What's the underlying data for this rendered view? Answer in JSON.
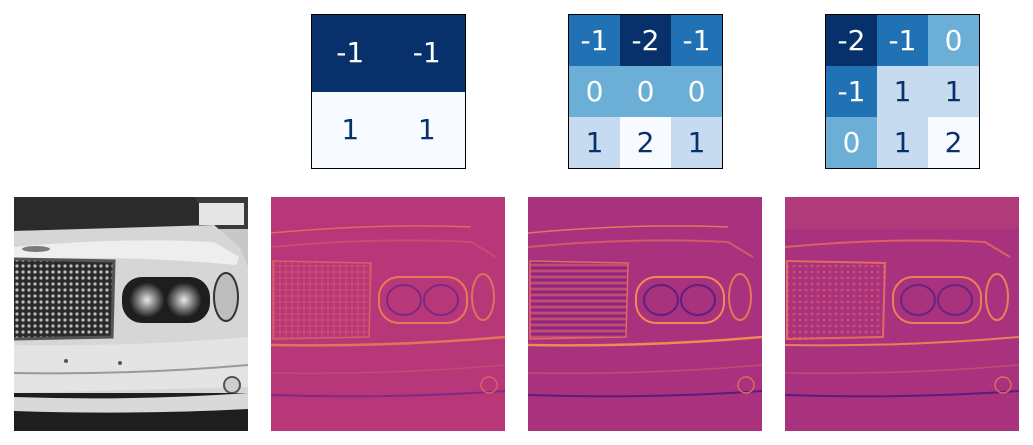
{
  "kernels": [
    {
      "rows": [
        [
          "-1",
          "-1"
        ],
        [
          "1",
          "1"
        ]
      ],
      "cell_colors": [
        [
          "#08306b",
          "#08306b"
        ],
        [
          "#f7fbff",
          "#f7fbff"
        ]
      ],
      "text_colors": [
        [
          "#ffffff",
          "#ffffff"
        ],
        [
          "#08306b",
          "#08306b"
        ]
      ]
    },
    {
      "rows": [
        [
          "-1",
          "-2",
          "-1"
        ],
        [
          "0",
          "0",
          "0"
        ],
        [
          "1",
          "2",
          "1"
        ]
      ],
      "cell_colors": [
        [
          "#2171b5",
          "#08306b",
          "#2171b5"
        ],
        [
          "#6baed6",
          "#6baed6",
          "#6baed6"
        ],
        [
          "#c6dbef",
          "#f7fbff",
          "#c6dbef"
        ]
      ],
      "text_colors": [
        [
          "#ffffff",
          "#ffffff",
          "#ffffff"
        ],
        [
          "#ffffff",
          "#ffffff",
          "#ffffff"
        ],
        [
          "#08306b",
          "#08306b",
          "#08306b"
        ]
      ]
    },
    {
      "rows": [
        [
          "-2",
          "-1",
          "0"
        ],
        [
          "-1",
          "1",
          "1"
        ],
        [
          "0",
          "1",
          "2"
        ]
      ],
      "cell_colors": [
        [
          "#08306b",
          "#2171b5",
          "#6baed6"
        ],
        [
          "#2171b5",
          "#c6dbef",
          "#c6dbef"
        ],
        [
          "#6baed6",
          "#c6dbef",
          "#f7fbff"
        ]
      ],
      "text_colors": [
        [
          "#ffffff",
          "#ffffff",
          "#ffffff"
        ],
        [
          "#ffffff",
          "#08306b",
          "#08306b"
        ],
        [
          "#ffffff",
          "#08306b",
          "#08306b"
        ]
      ]
    }
  ],
  "panels": [
    {
      "kind": "grayscale-photo",
      "subject": "car-front"
    },
    {
      "kind": "filtered-photo",
      "subject": "car-front",
      "colormap": "magma"
    },
    {
      "kind": "filtered-photo",
      "subject": "car-front",
      "colormap": "magma"
    },
    {
      "kind": "filtered-photo",
      "subject": "car-front",
      "colormap": "magma"
    }
  ]
}
